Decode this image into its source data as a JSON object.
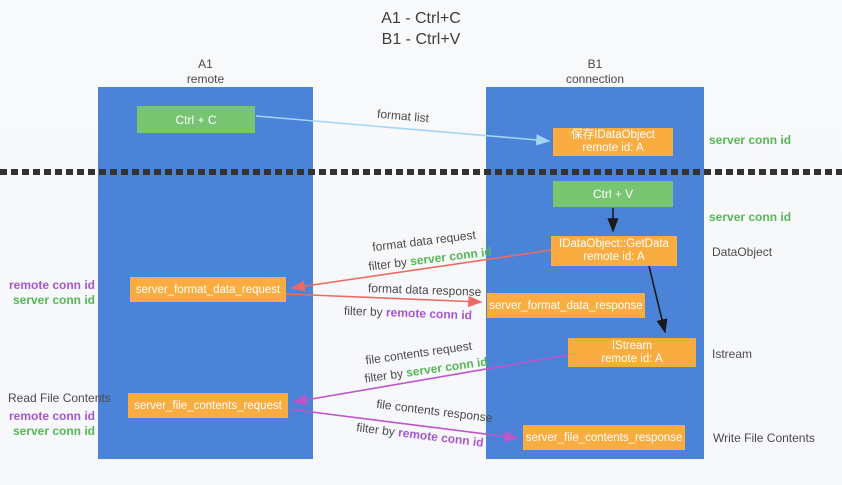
{
  "title": {
    "line1": "A1 - Ctrl+C",
    "line2": "B1 - Ctrl+V"
  },
  "lifelines": {
    "a1": {
      "name": "A1",
      "role": "remote"
    },
    "b1": {
      "name": "B1",
      "role": "connection"
    }
  },
  "nodes": {
    "ctrl_c": {
      "label": "Ctrl + C"
    },
    "ctrl_v": {
      "label": "Ctrl + V"
    },
    "save_dataobject": {
      "line1": "保存IDataObject",
      "line2": "remote id: A"
    },
    "getdata": {
      "line1": "IDataObject::GetData",
      "line2": "remote id: A"
    },
    "istream": {
      "line1": "IStream",
      "line2": "remote id: A"
    },
    "format_request": {
      "label": "server_format_data_request"
    },
    "format_response": {
      "label": "server_format_data_response"
    },
    "file_request": {
      "label": "server_file_contents_request"
    },
    "file_response": {
      "label": "server_file_contents_response"
    }
  },
  "arrow_labels": {
    "format_list": "format list",
    "format_data_request": "format data request",
    "format_data_response": "format data response",
    "file_contents_request": "file contents request",
    "file_contents_response": "file contents response",
    "filter_by": "filter by ",
    "server_conn_id": "server conn id",
    "remote_conn_id": "remote conn id"
  },
  "side_labels": {
    "server_conn_id_top": "server conn id",
    "server_conn_id_mid": "server conn id",
    "dataobject": "DataObject",
    "istream": "Istream",
    "write_file_contents": "Write File Contents",
    "read_file_contents": "Read File Contents",
    "remote_conn_id": "remote conn id",
    "server_conn_id": "server conn id"
  },
  "colors": {
    "column_blue": "#4b83d8",
    "box_green": "#77c471",
    "box_orange": "#f9ac40",
    "arrow_red": "#ee6b60",
    "arrow_magenta": "#bf55c9",
    "arrow_light_blue": "#a3d5f5",
    "arrow_black": "#1a1a1a",
    "label_green": "#55b855",
    "label_purple": "#a855d0"
  }
}
